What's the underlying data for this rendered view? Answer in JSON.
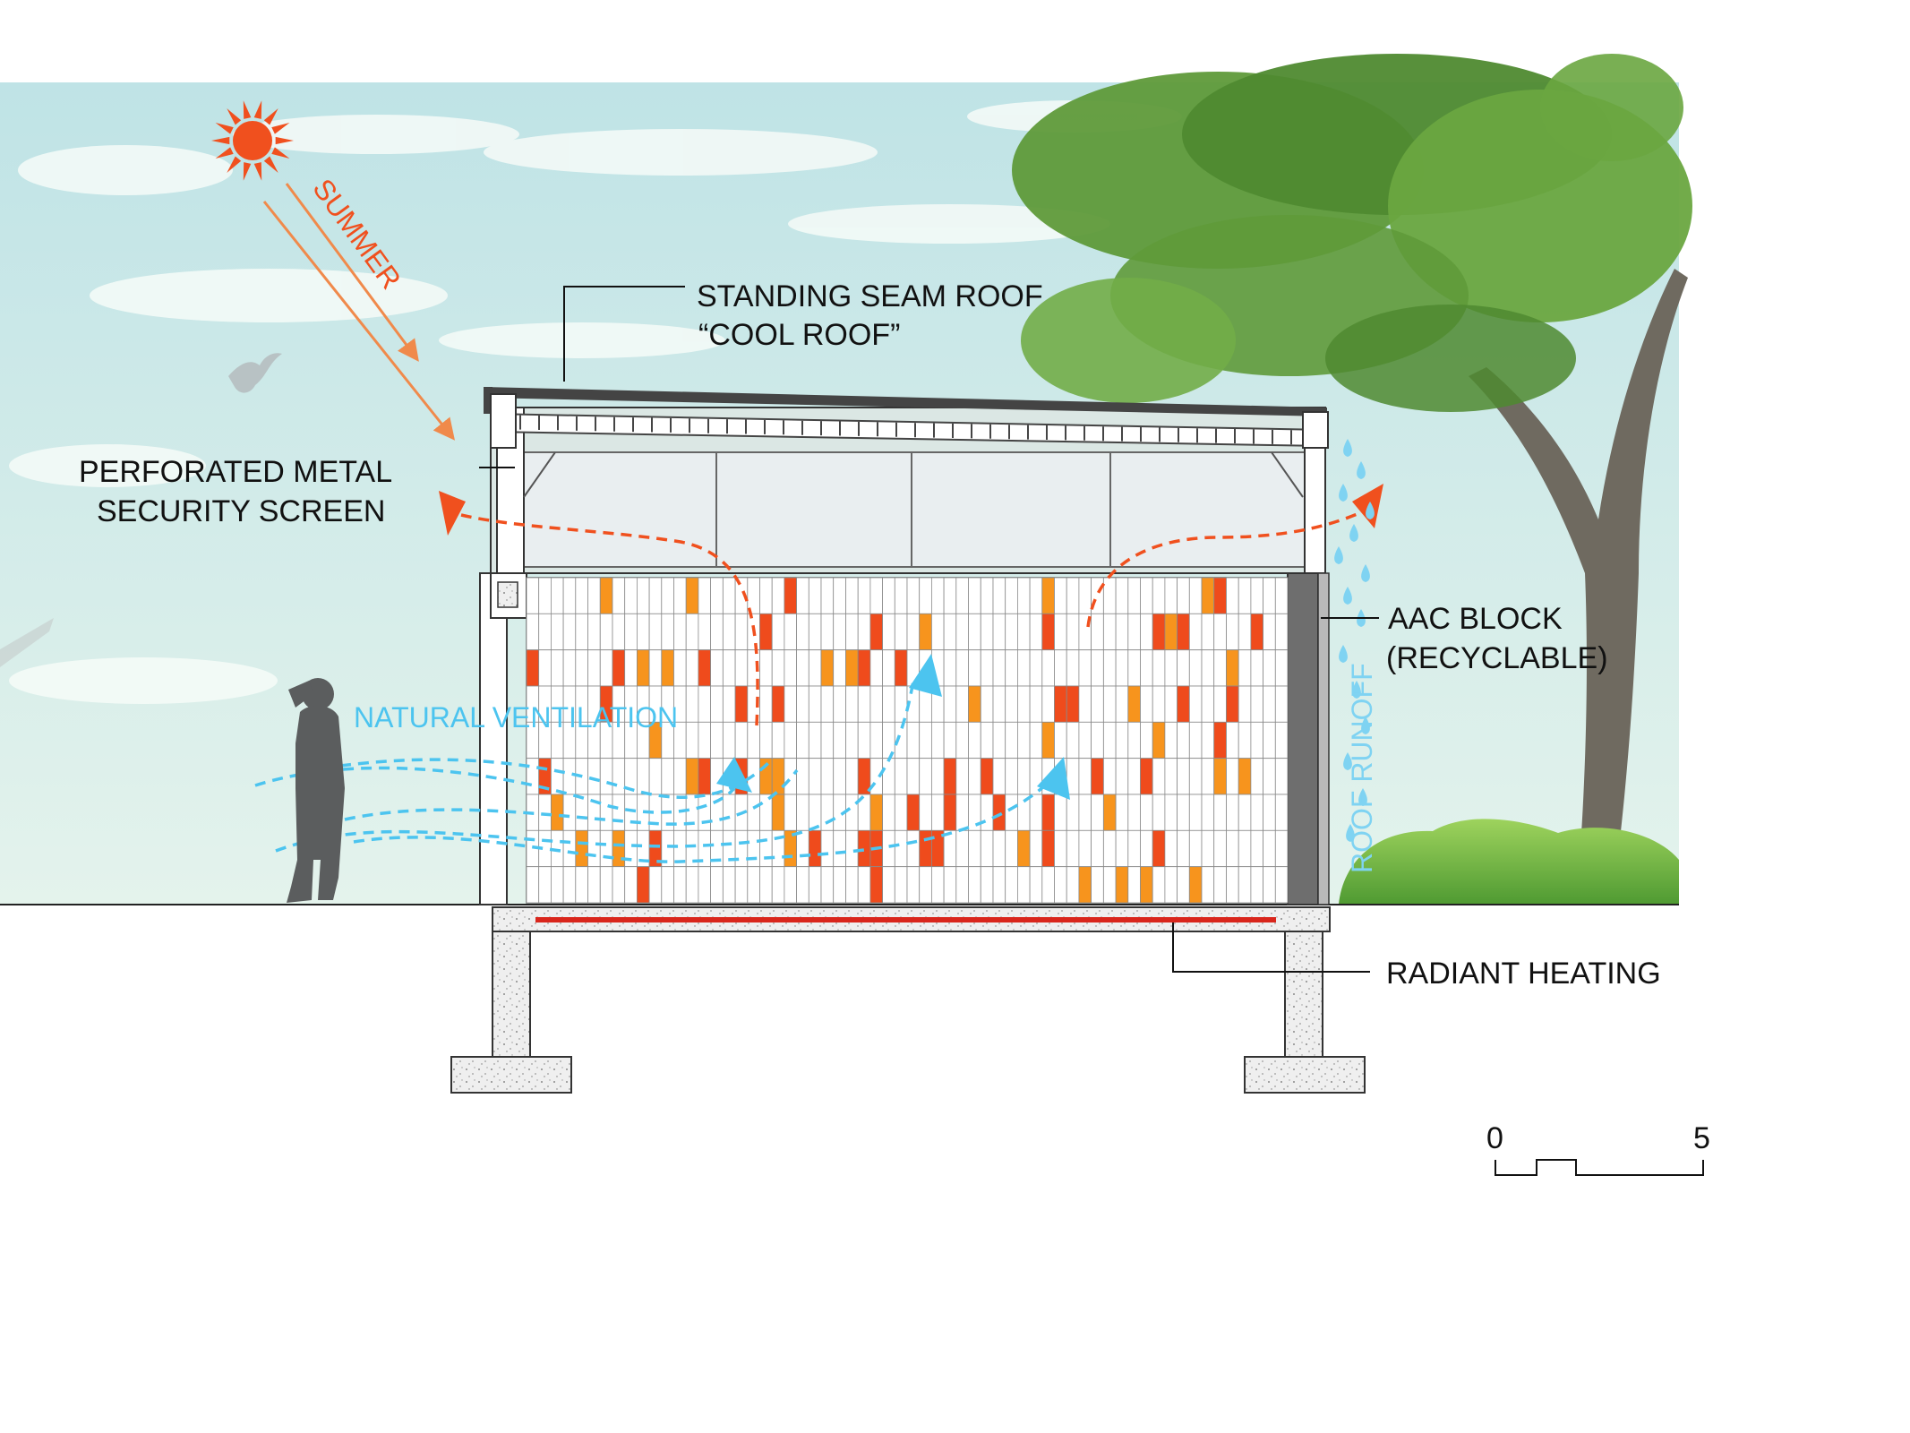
{
  "labels": {
    "summer": "SUMMER",
    "roof_line1": "STANDING SEAM ROOF",
    "roof_line2": "“COOL ROOF”",
    "screen_line1": "PERFORATED METAL",
    "screen_line2": "SECURITY SCREEN",
    "ventilation": "NATURAL VENTILATION",
    "aac_line1": "AAC BLOCK",
    "aac_line2": "(RECYCLABLE)",
    "runoff": "ROOF RUNOFF",
    "radiant": "RADIANT HEATING"
  },
  "scale_bar": {
    "start": "0",
    "end": "5"
  },
  "colors": {
    "sky_top": "#bfe3e6",
    "sky_bottom": "#e4f3ec",
    "sun": "#f0501e",
    "summer": "#f0501e",
    "hot_air": "#f0501e",
    "ventilation": "#4cc4ef",
    "runoff": "#7fd3f2",
    "tile_red": "#ef4b1c",
    "tile_orange": "#f7941d",
    "heating": "#d9261c",
    "foliage": "#5f9a3a",
    "trunk": "#6f6a60",
    "concrete": "#ececec",
    "person": "#5b5d5e"
  },
  "icons": [
    "sun-icon",
    "bird-icon",
    "person-icon",
    "tree-icon",
    "raindrop-icon"
  ]
}
